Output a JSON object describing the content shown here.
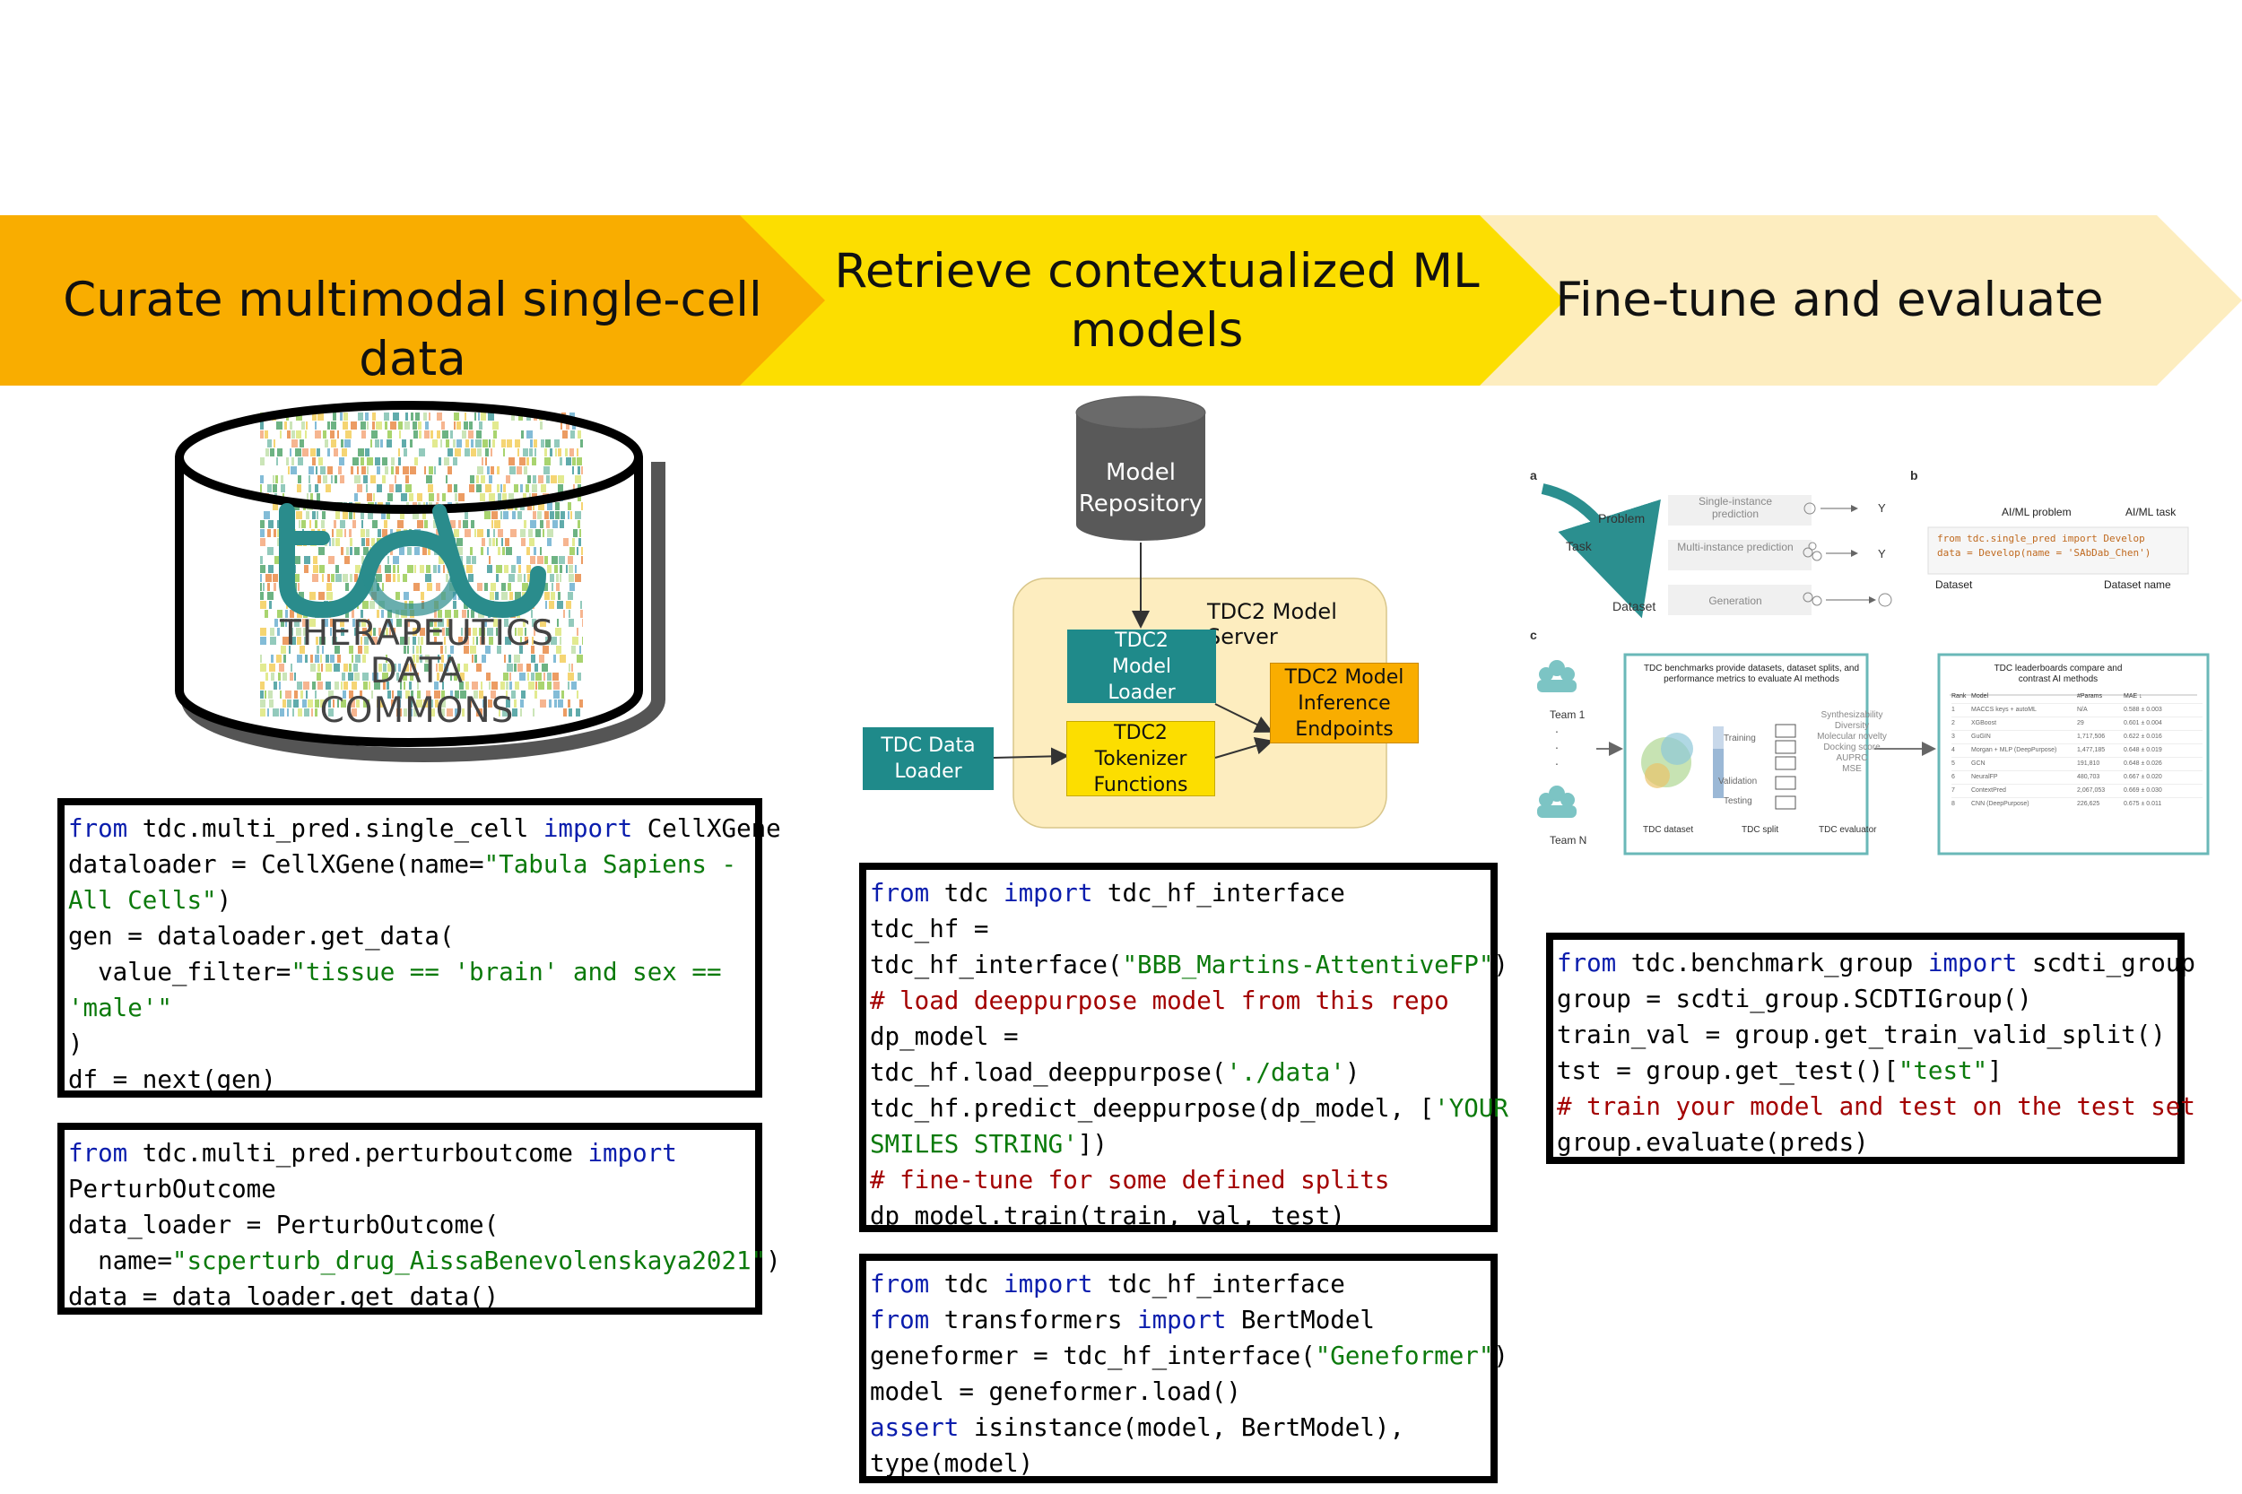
{
  "banner": {
    "step1": "Curate multimodal single-cell data",
    "step2_line1": "Retrieve contextualized ML",
    "step2_line2": "models",
    "step3": "Fine-tune and evaluate",
    "colors": [
      "#f9ad00",
      "#fcde00",
      "#fdedbf"
    ]
  },
  "logo": {
    "line1": "THERAPEUTICS",
    "line2": "DATA COMMONS",
    "glyph": "tdc"
  },
  "code1": [
    [
      [
        "kw",
        "from"
      ],
      [
        "pl",
        " tdc.multi_pred.single_cell "
      ],
      [
        "kw",
        "import"
      ],
      [
        "pl",
        " CellXGene"
      ]
    ],
    [
      [
        "pl",
        "dataloader = CellXGene(name="
      ],
      [
        "str",
        "\"Tabula Sapiens -"
      ]
    ],
    [
      [
        "str",
        "All Cells\""
      ],
      [
        "pl",
        ")"
      ]
    ],
    [
      [
        "pl",
        "gen = dataloader.get_data("
      ]
    ],
    [
      [
        "pl",
        "  value_filter="
      ],
      [
        "str",
        "\"tissue == 'brain' and sex =="
      ]
    ],
    [
      [
        "str",
        "'male'\""
      ]
    ],
    [
      [
        "pl",
        ")"
      ]
    ],
    [
      [
        "pl",
        "df = next(gen)"
      ]
    ]
  ],
  "code2": [
    [
      [
        "kw",
        "from"
      ],
      [
        "pl",
        " tdc.multi_pred.perturboutcome "
      ],
      [
        "kw",
        "import"
      ]
    ],
    [
      [
        "pl",
        "PerturbOutcome"
      ]
    ],
    [
      [
        "pl",
        "data_loader = PerturbOutcome("
      ]
    ],
    [
      [
        "pl",
        "  name="
      ],
      [
        "str",
        "\"scperturb_drug_AissaBenevolenskaya2021\""
      ],
      [
        "pl",
        ")"
      ]
    ],
    [
      [
        "pl",
        "data = data_loader.get_data()"
      ]
    ]
  ],
  "code3": [
    [
      [
        "kw",
        "from"
      ],
      [
        "pl",
        " tdc "
      ],
      [
        "kw",
        "import"
      ],
      [
        "pl",
        " tdc_hf_interface"
      ]
    ],
    [
      [
        "pl",
        "tdc_hf ="
      ]
    ],
    [
      [
        "pl",
        "tdc_hf_interface("
      ],
      [
        "str",
        "\"BBB_Martins-AttentiveFP\""
      ],
      [
        "pl",
        ")"
      ]
    ],
    [
      [
        "cm",
        "# load deeppurpose model from this repo"
      ]
    ],
    [
      [
        "pl",
        "dp_model ="
      ]
    ],
    [
      [
        "pl",
        "tdc_hf.load_deeppurpose("
      ],
      [
        "str",
        "'./data'"
      ],
      [
        "pl",
        ")"
      ]
    ],
    [
      [
        "pl",
        "tdc_hf.predict_deeppurpose(dp_model, ["
      ],
      [
        "str",
        "'YOUR"
      ]
    ],
    [
      [
        "str",
        "SMILES STRING'"
      ],
      [
        "pl",
        "])"
      ]
    ],
    [
      [
        "cm",
        "# fine-tune for some defined splits"
      ]
    ],
    [
      [
        "pl",
        "dp_model.train(train, val, test)"
      ]
    ]
  ],
  "code4": [
    [
      [
        "kw",
        "from"
      ],
      [
        "pl",
        " tdc "
      ],
      [
        "kw",
        "import"
      ],
      [
        "pl",
        " tdc_hf_interface"
      ]
    ],
    [
      [
        "kw",
        "from"
      ],
      [
        "pl",
        " transformers "
      ],
      [
        "kw",
        "import"
      ],
      [
        "pl",
        " BertModel"
      ]
    ],
    [
      [
        "pl",
        "geneformer = tdc_hf_interface("
      ],
      [
        "str",
        "\"Geneformer\""
      ],
      [
        "pl",
        ")"
      ]
    ],
    [
      [
        "pl",
        "model = geneformer.load()"
      ]
    ],
    [
      [
        "kw",
        "assert"
      ],
      [
        "pl",
        " isinstance(model, BertModel),"
      ]
    ],
    [
      [
        "pl",
        "type(model)"
      ]
    ]
  ],
  "code5": [
    [
      [
        "kw",
        "from"
      ],
      [
        "pl",
        " tdc.benchmark_group "
      ],
      [
        "kw",
        "import"
      ],
      [
        "pl",
        " scdti_group"
      ]
    ],
    [
      [
        "pl",
        "group = scdti_group.SCDTIGroup()"
      ]
    ],
    [
      [
        "pl",
        "train_val = group.get_train_valid_split()"
      ]
    ],
    [
      [
        "pl",
        "tst = group.get_test()["
      ],
      [
        "str",
        "\"test\""
      ],
      [
        "pl",
        "]"
      ]
    ],
    [
      [
        "cm",
        "# train your model and test on the test set"
      ]
    ],
    [
      [
        "pl",
        "group.evaluate(preds)"
      ]
    ]
  ],
  "server": {
    "repository_line1": "Model",
    "repository_line2": "Repository",
    "title": "TDC2 Model Server",
    "model_loader": "TDC2 Model Loader",
    "tokenizer": "TDC2 Tokenizer Functions",
    "inference": "TDC2 Model Inference Endpoints",
    "data_loader": "TDC Data Loader",
    "colors": {
      "repository": "#595959",
      "server_bg": "#fdedbf",
      "teal": "#1f8a8a",
      "yellow": "#fcde00",
      "orange": "#f9ad00"
    }
  },
  "figure": {
    "panel_a": "a",
    "panel_b": "b",
    "panel_c": "c",
    "problem": "Problem",
    "task": "Task",
    "dataset": "Dataset",
    "single_instance": "Single-instance prediction",
    "multi_instance": "Multi-instance prediction",
    "generation": "Generation",
    "y1": "Y",
    "y2": "Y",
    "aiml_problem": "AI/ML problem",
    "aiml_task": "AI/ML task",
    "code_line1": "from tdc.single_pred import Develop",
    "code_line2": "data = Develop(name = 'SAbDab_Chen')",
    "dataset_label": "Dataset",
    "dataset_name": "Dataset name",
    "team1": "Team 1",
    "teamN": "Team N",
    "benchmarks_title": "TDC benchmarks provide datasets, dataset splits, and performance metrics to evaluate AI methods",
    "training": "Training",
    "validation": "Validation",
    "testing": "Testing",
    "metrics": [
      "Synthesizability",
      "Diversity",
      "Molecular novelty",
      "Docking score",
      "AUPRC",
      "MSE"
    ],
    "tdc_dataset": "TDC dataset",
    "tdc_split": "TDC split",
    "tdc_evaluator": "TDC evaluator",
    "leaderboard_title": "TDC leaderboards compare and contrast AI methods",
    "lb_headers": [
      "Rank",
      "Model",
      "#Params",
      "MAE ↓"
    ],
    "lb_rows": [
      [
        "1",
        "MACCS keys + autoML",
        "N/A",
        "0.588 ± 0.003"
      ],
      [
        "2",
        "XGBoost",
        "29",
        "0.601 ± 0.004"
      ],
      [
        "3",
        "GuGIN",
        "1,717,506",
        "0.622 ± 0.016"
      ],
      [
        "4",
        "Morgan + MLP (DeepPurpose)",
        "1,477,185",
        "0.648 ± 0.019"
      ],
      [
        "5",
        "GCN",
        "191,810",
        "0.648 ± 0.026"
      ],
      [
        "6",
        "NeuralFP",
        "480,703",
        "0.667 ± 0.020"
      ],
      [
        "7",
        "ContextPred",
        "2,067,053",
        "0.669 ± 0.030"
      ],
      [
        "8",
        "CNN (DeepPurpose)",
        "226,625",
        "0.675 ± 0.011"
      ]
    ]
  }
}
